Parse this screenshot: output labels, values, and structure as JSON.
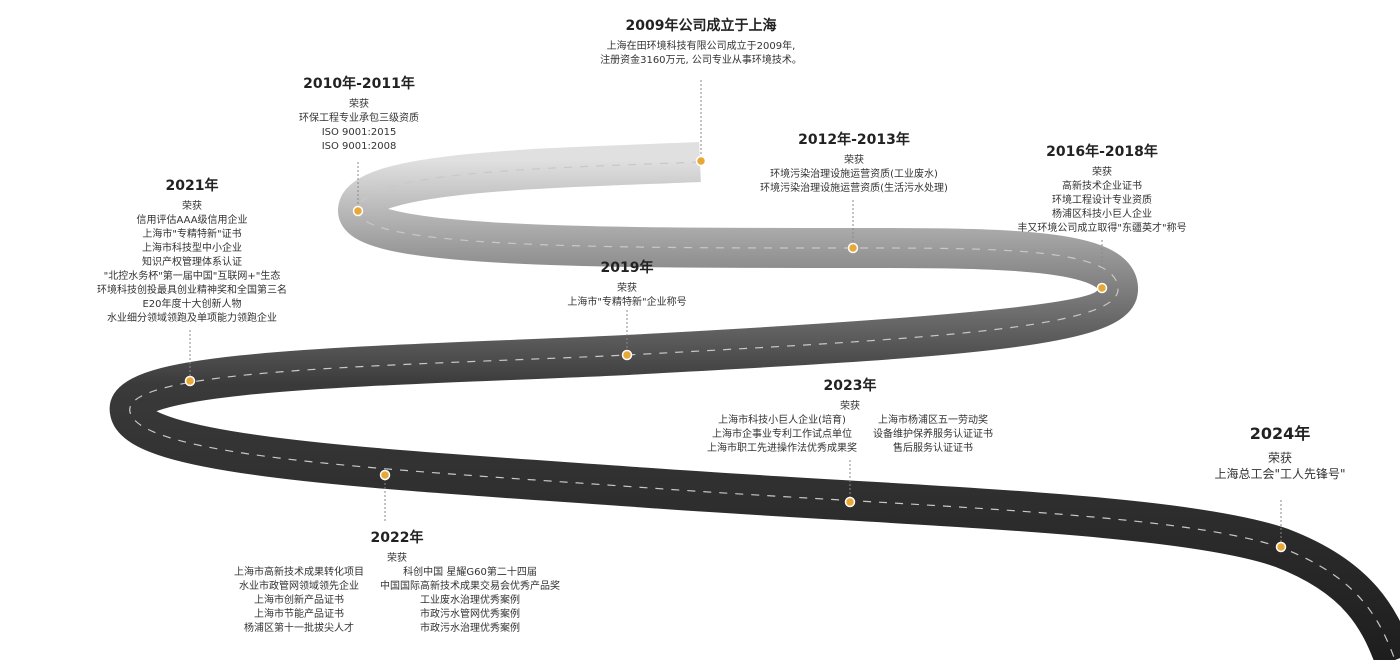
{
  "milestones": {
    "m2009": {
      "title": "2009年公司成立于上海",
      "lines": [
        "上海在田环境科技有限公司成立于2009年,",
        "注册资金3160万元, 公司专业从事环境技术。"
      ]
    },
    "m2010": {
      "title": "2010年-2011年",
      "head": "荣获",
      "lines": [
        "环保工程专业承包三级资质",
        "ISO 9001:2015",
        "ISO 9001:2008"
      ]
    },
    "m2012": {
      "title": "2012年-2013年",
      "head": "荣获",
      "lines": [
        "环境污染治理设施运营资质(工业废水)",
        "环境污染治理设施运营资质(生活污水处理)"
      ]
    },
    "m2016": {
      "title": "2016年-2018年",
      "head": "荣获",
      "lines": [
        "高新技术企业证书",
        "环境工程设计专业资质",
        "杨浦区科技小巨人企业",
        "丰又环境公司成立取得\"东疆英才\"称号"
      ]
    },
    "m2019": {
      "title": "2019年",
      "head": "荣获",
      "lines": [
        "上海市\"专精特新\"企业称号"
      ]
    },
    "m2021": {
      "title": "2021年",
      "head": "荣获",
      "lines": [
        "信用评估AAA级信用企业",
        "上海市\"专精特新\"证书",
        "上海市科技型中小企业",
        "知识产权管理体系认证",
        "\"北控水务杯\"第一届中国\"互联网+\"生态",
        "环境科技创投最具创业精神奖和全国第三名",
        "E20年度十大创新人物",
        "水业细分领域领跑及单项能力领跑企业"
      ]
    },
    "m2022": {
      "title": "2022年",
      "head": "荣获",
      "col1": [
        "上海市高新技术成果转化项目",
        "水业市政管网领域领先企业",
        "上海市创新产品证书",
        "上海市节能产品证书",
        "杨浦区第十一批拔尖人才"
      ],
      "col2": [
        "科创中国 星耀G60第二十四届",
        "中国国际高新技术成果交易会优秀产品奖",
        "工业废水治理优秀案例",
        "市政污水管网优秀案例",
        "市政污水治理优秀案例"
      ]
    },
    "m2023": {
      "title": "2023年",
      "head": "荣获",
      "col1": [
        "上海市科技小巨人企业(培育)",
        "上海市企事业专利工作试点单位",
        "上海市职工先进操作法优秀成果奖"
      ],
      "col2": [
        "上海市杨浦区五一劳动奖",
        "设备维护保养服务认证证书",
        "售后服务认证证书"
      ]
    },
    "m2024": {
      "title": "2024年",
      "head": "荣获",
      "lines": [
        "上海总工会\"工人先锋号\""
      ]
    }
  },
  "colors": {
    "road_dark": "#2a2a2a",
    "road_light": "#d9d9d9",
    "marker": "#e8a838",
    "dash": "#bdbdbd"
  }
}
